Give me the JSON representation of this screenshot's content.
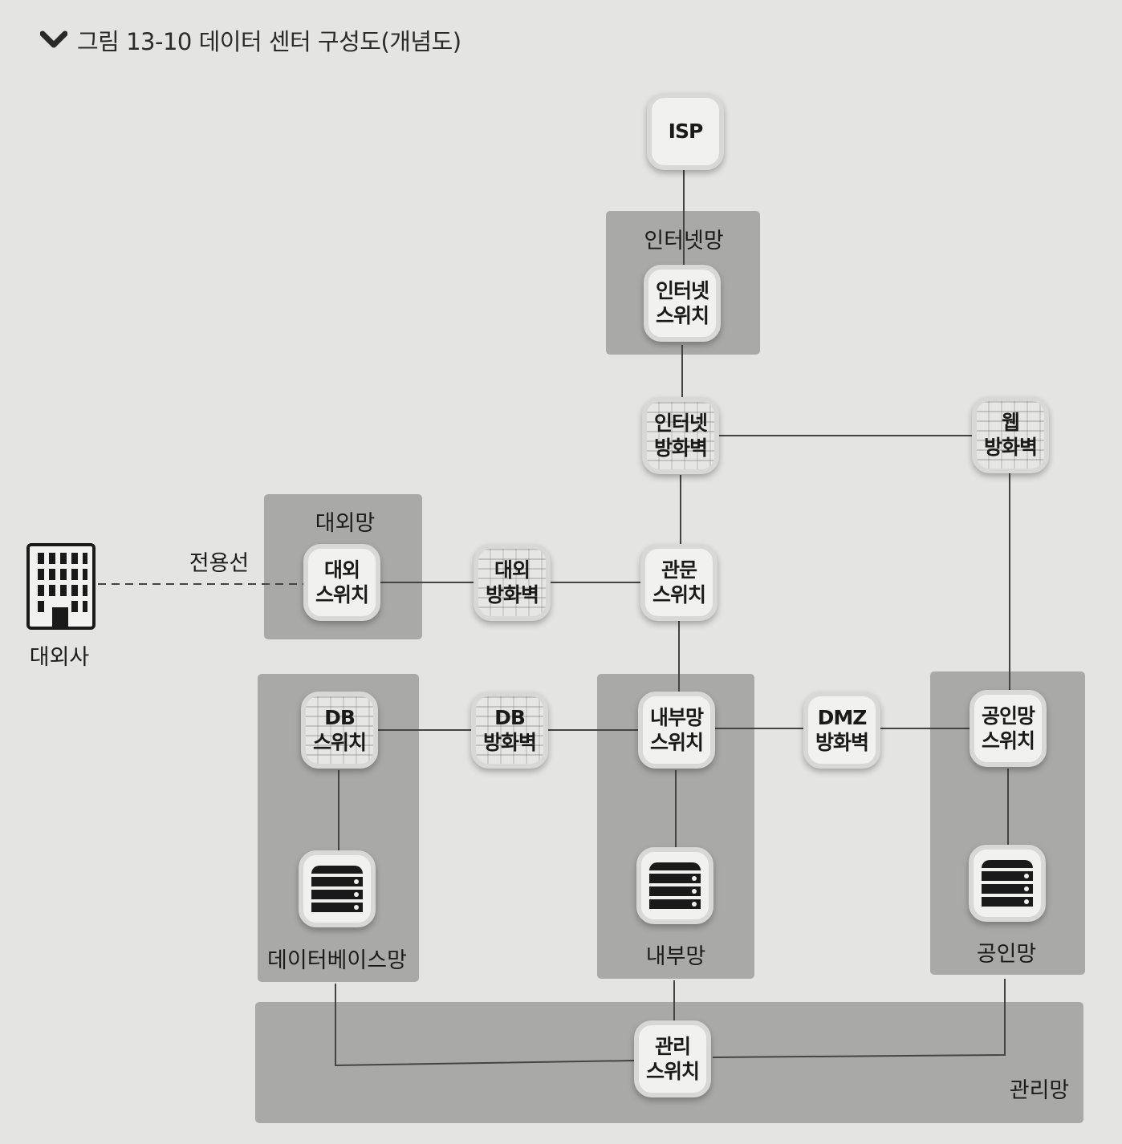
{
  "caption": {
    "text": "그림 13-10 데이터 센터 구성도(개념도)"
  },
  "zones": {
    "internet": "인터넷망",
    "external": "대외망",
    "database": "데이터베이스망",
    "internal": "내부망",
    "public": "공인망",
    "management": "관리망"
  },
  "nodes": {
    "isp": "ISP",
    "internet_switch": "인터넷\n스위치",
    "internet_firewall": "인터넷\n방화벽",
    "web_firewall": "웹\n방화벽",
    "external_switch": "대외\n스위치",
    "external_firewall": "대외\n방화벽",
    "gateway_switch": "관문\n스위치",
    "db_switch": "DB\n스위치",
    "db_firewall": "DB\n방화벽",
    "internal_switch": "내부망\n스위치",
    "dmz_firewall": "DMZ\n방화벽",
    "public_switch": "공인망\n스위치",
    "management_switch": "관리\n스위치"
  },
  "external_company": "대외사",
  "leased_line": "전용선",
  "icons": {
    "caption": "chevron-down-icon",
    "building": "building-icon",
    "server": "server-rack-icon"
  }
}
